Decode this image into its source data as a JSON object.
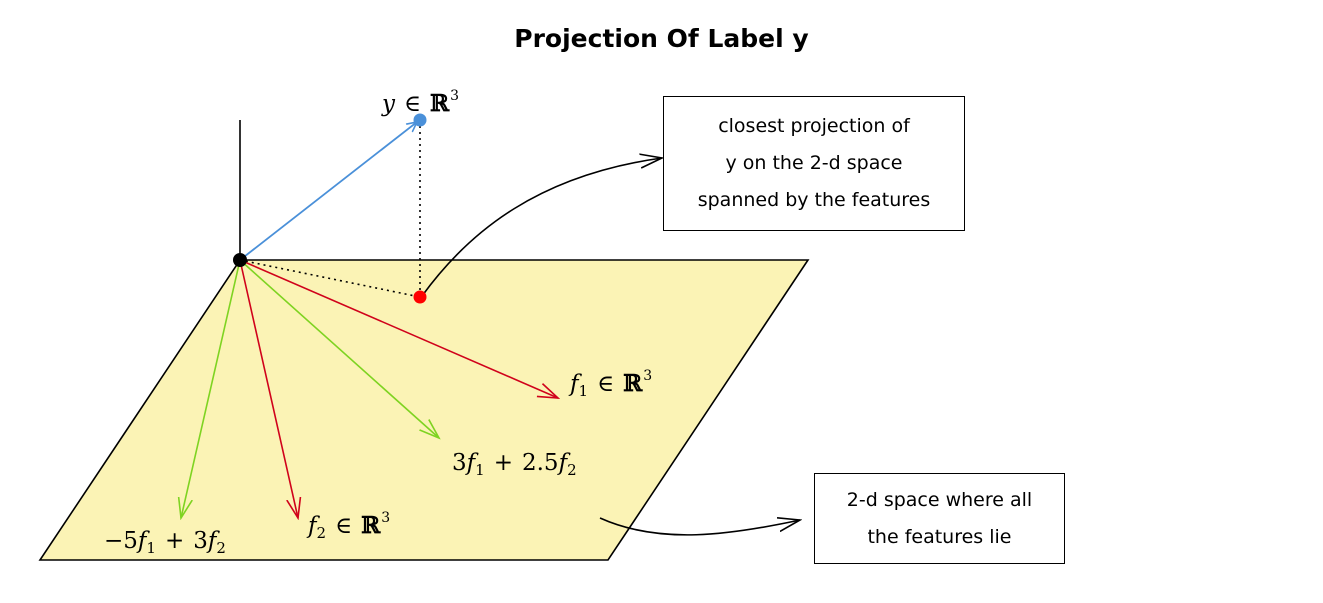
{
  "title": "Projection Of Label y",
  "colors": {
    "plane_fill": "#fbf3b5",
    "plane_stroke": "#000000",
    "y_vector": "#4a90d9",
    "feature_vector": "#d0021b",
    "combination_vector": "#7ed321",
    "projection_point": "#ff0000",
    "origin_point": "#000000"
  },
  "vectors": {
    "y": {
      "symbol": "y",
      "set": "ℝ",
      "dim": "3"
    },
    "f1": {
      "symbol": "f",
      "sub": "1",
      "set": "ℝ",
      "dim": "3"
    },
    "f2": {
      "symbol": "f",
      "sub": "2",
      "set": "ℝ",
      "dim": "3"
    },
    "combo1": {
      "coef_a": "3",
      "sym_a": "f",
      "sub_a": "1",
      "op": "+",
      "coef_b": "2.5",
      "sym_b": "f",
      "sub_b": "2"
    },
    "combo2": {
      "coef_a": "−5",
      "sym_a": "f",
      "sub_a": "1",
      "op": "+",
      "coef_b": "3",
      "sym_b": "f",
      "sub_b": "2"
    },
    "member_op": "∈"
  },
  "annotations": {
    "projection": {
      "lines": [
        "closest projection of",
        "y on the 2-d space",
        "spanned by the features"
      ]
    },
    "plane": {
      "lines": [
        "2-d space where all",
        "the features lie"
      ]
    }
  }
}
